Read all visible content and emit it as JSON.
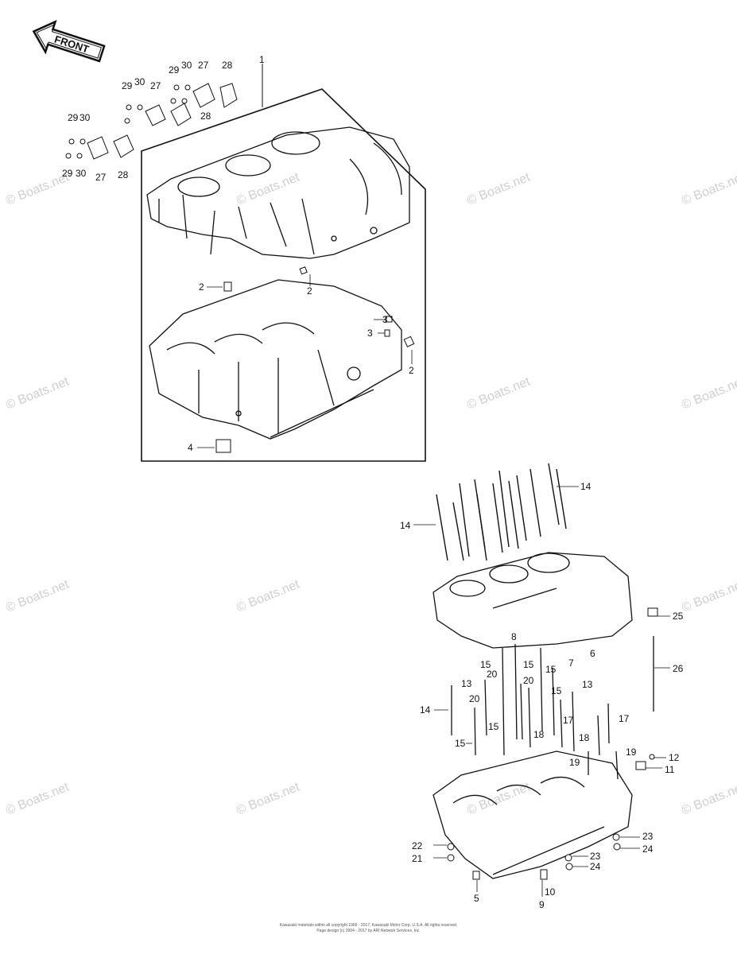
{
  "front_arrow": {
    "label": "FRONT"
  },
  "watermark": {
    "text": "© Boats.net"
  },
  "callouts": {
    "c1": "1",
    "c2": "2",
    "c3": "3",
    "c4": "4",
    "c5": "5",
    "c6": "6",
    "c7": "7",
    "c8": "8",
    "c9": "9",
    "c10": "10",
    "c11": "11",
    "c12": "12",
    "c13": "13",
    "c14": "14",
    "c15": "15",
    "c17": "17",
    "c18": "18",
    "c19": "19",
    "c20": "20",
    "c21": "21",
    "c22": "22",
    "c23": "23",
    "c24": "24",
    "c25": "25",
    "c26": "26",
    "c27": "27",
    "c28": "28",
    "c29": "29",
    "c30": "30"
  },
  "footer": {
    "line1": "Kawasaki materials within all copyright 1966 - 2017, Kawasaki Motor Corp. U.S.A. All rights reserved.",
    "line2": "Page design (c) 2004 - 2017 by ARI Network Services, Inc."
  }
}
